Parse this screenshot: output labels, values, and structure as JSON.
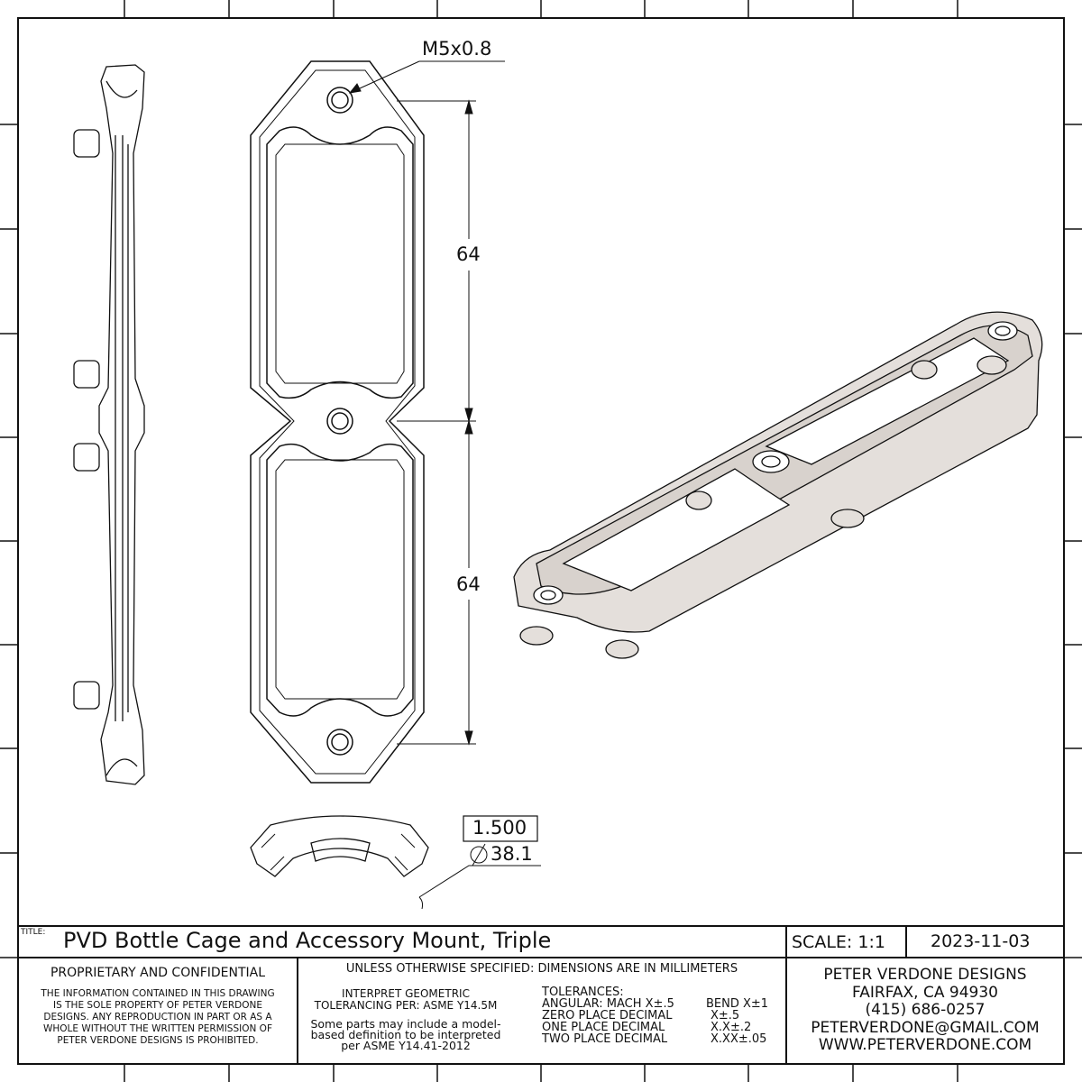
{
  "annotations": {
    "thread_callout": "M5x0.8",
    "dim_upper": "64",
    "dim_lower": "64",
    "ref_dim": "1.500",
    "diameter_dim": "38.1"
  },
  "title_block": {
    "title_label": "TITLE:",
    "title": "PVD Bottle Cage and Accessory Mount, Triple",
    "scale": "SCALE: 1:1",
    "date": "2023-11-03",
    "proprietary_heading": "PROPRIETARY AND CONFIDENTIAL",
    "proprietary_lines": [
      "THE INFORMATION CONTAINED IN THIS DRAWING",
      "IS THE SOLE PROPERTY OF PETER VERDONE",
      "DESIGNS.  ANY  REPRODUCTION IN PART OR AS A",
      "WHOLE WITHOUT THE WRITTEN PERMISSION OF",
      "PETER VERDONE DESIGNS IS PROHIBITED."
    ],
    "units_note": "UNLESS OTHERWISE SPECIFIED: DIMENSIONS ARE IN MILLIMETERS",
    "gdt_lines": [
      "INTERPRET GEOMETRIC",
      "TOLERANCING PER: ASME Y14.5M"
    ],
    "mbd_lines": [
      "Some parts may include a model-",
      "based definition to be interpreted",
      "per ASME Y14.41-2012"
    ],
    "tolerances": {
      "heading": "TOLERANCES:",
      "rows": [
        {
          "label": "ANGULAR: MACH X±.5",
          "value": "BEND X±1"
        },
        {
          "label": "ZERO PLACE DECIMAL",
          "value": "X±.5"
        },
        {
          "label": "ONE PLACE DECIMAL",
          "value": "X.X±.2"
        },
        {
          "label": "TWO PLACE DECIMAL",
          "value": "X.XX±.05"
        }
      ]
    },
    "company_lines": [
      "PETER VERDONE DESIGNS",
      "FAIRFAX, CA 94930",
      "(415) 686-0257",
      "PETERVERDONE@GMAIL.COM",
      "WWW.PETERVERDONE.COM"
    ]
  }
}
